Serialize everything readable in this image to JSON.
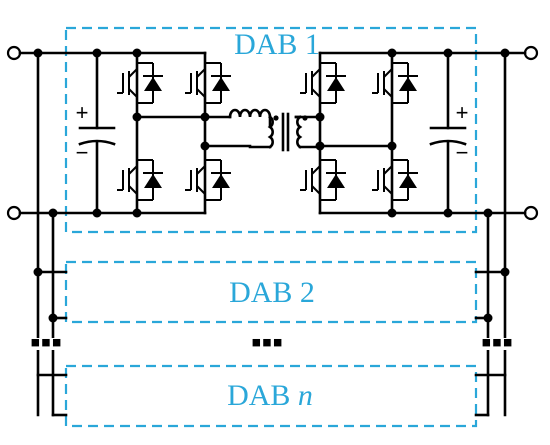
{
  "modules": [
    {
      "label": "DAB 1",
      "num": "",
      "italic": false
    },
    {
      "label": "DAB 2",
      "num": "",
      "italic": false
    },
    {
      "label": "DAB ",
      "num": "n",
      "italic": true
    }
  ],
  "capacitor_left": {
    "plus": "+",
    "minus": "−"
  },
  "capacitor_right": {
    "plus": "+",
    "minus": "−"
  },
  "ellipsis": "▪▪▪",
  "colors": {
    "box": "#2aa7d9",
    "wire": "#000000"
  }
}
